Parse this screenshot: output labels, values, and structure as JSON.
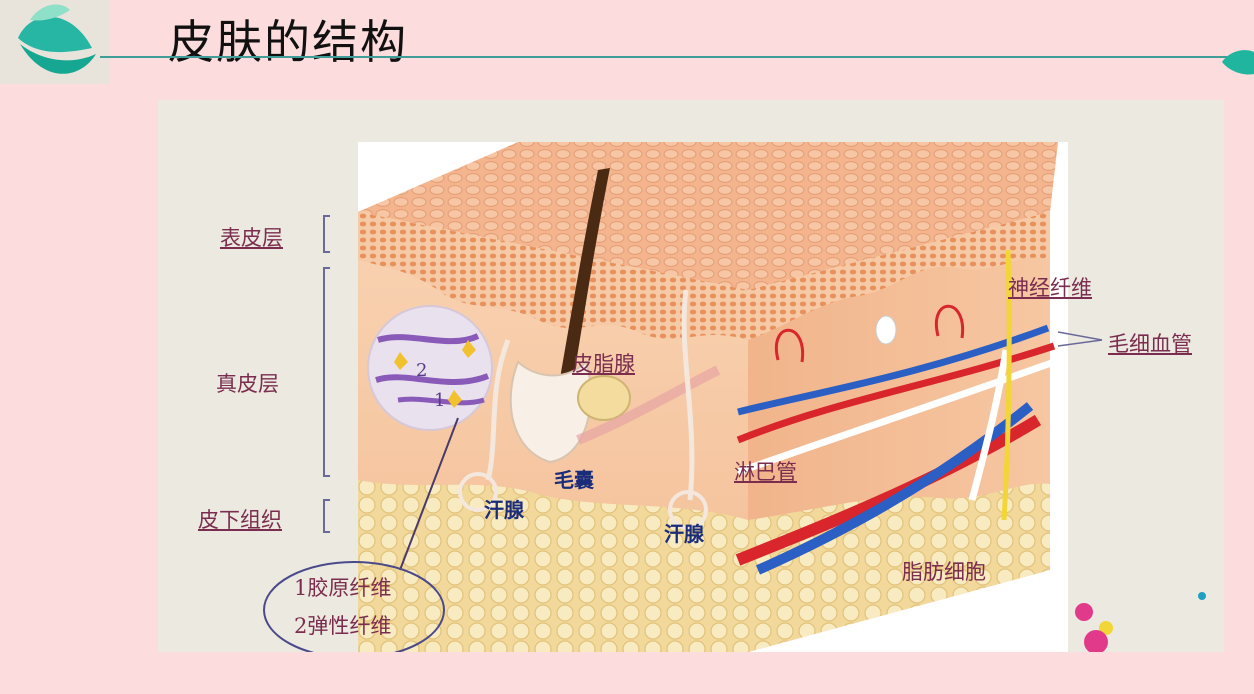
{
  "slide": {
    "title": "皮肤的结构"
  },
  "diagram": {
    "layers": {
      "epidermis": "表皮层",
      "dermis": "真皮层",
      "subcutaneous": "皮下组织"
    },
    "structures": {
      "sebaceous_gland": "皮脂腺",
      "hair_follicle": "毛囊",
      "sweat_gland_1": "汗腺",
      "sweat_gland_2": "汗腺",
      "lymph_vessel": "淋巴管",
      "nerve_fiber": "神经纤维",
      "capillary": "毛细血管",
      "fat_cell": "脂肪细胞"
    },
    "legend": {
      "item_1": "1胶原纤维",
      "item_2": "2弹性纤维"
    },
    "inset_markers": [
      "1",
      "2"
    ]
  },
  "colors": {
    "background": "#fcdcdc",
    "accent_teal": "#3f9e9a",
    "label_color": "#7a2d4e",
    "dark_label": "#1a2d7a",
    "artery_red": "#d8262c",
    "vein_blue": "#2b5fc4"
  }
}
